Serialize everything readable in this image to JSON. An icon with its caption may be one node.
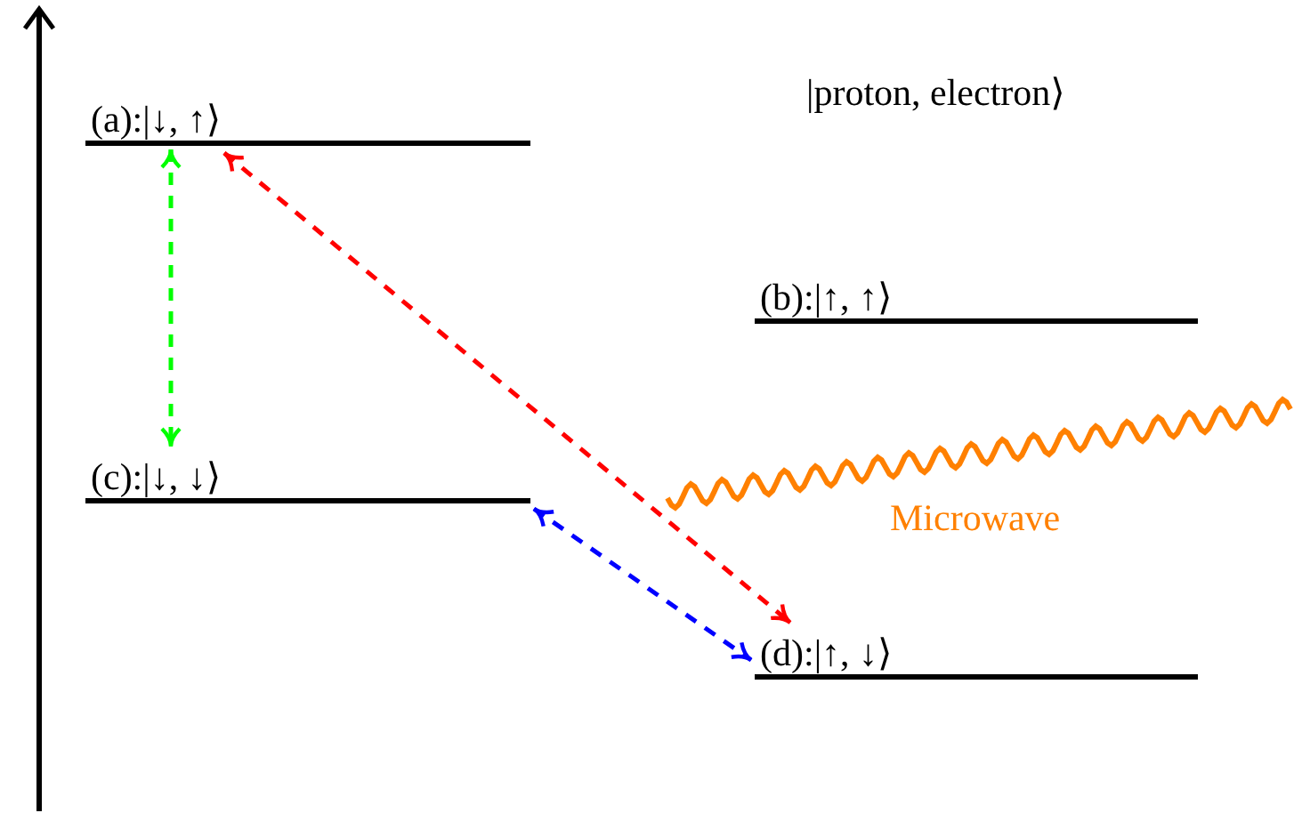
{
  "diagram": {
    "nodes": [
      {
        "text": [
          "(a):|↓, ↑⟩"
        ]
      },
      {
        "text": [
          "(b):|↑, ↑⟩"
        ]
      },
      {
        "text": [
          "(c):|↓, ↓⟩"
        ]
      },
      {
        "text": [
          "(d):|↑, ↓⟩"
        ]
      }
    ],
    "edges": [
      {
        "from": 0,
        "to": 2,
        "arrow": "both",
        "style": "dashed",
        "color": "#00ff00"
      },
      {
        "from": 0,
        "to": 3,
        "arrow": "both",
        "style": "dashed",
        "color": "#ff0000"
      },
      {
        "from": 2,
        "to": 3,
        "arrow": "both",
        "style": "dashed",
        "color": "#0000ff"
      }
    ],
    "labels": [
      "|proton, electron⟩",
      "Microwave"
    ]
  }
}
